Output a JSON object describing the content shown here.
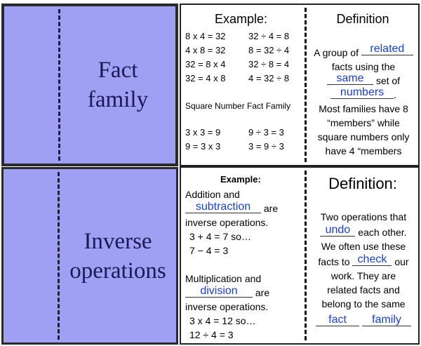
{
  "fact_family": {
    "term_line1": "Fact",
    "term_line2": "family",
    "example_heading": "Example:",
    "examples_left": [
      "8 x 4 = 32",
      "4 x 8 = 32",
      "32 = 8 x 4",
      "32 = 4 x 8"
    ],
    "examples_right": [
      "32 ÷ 4 = 8",
      "8 = 32 ÷ 4",
      "32 ÷ 8 = 4",
      "4 = 32 ÷ 8"
    ],
    "square_heading": "Square Number Fact Family",
    "square_left": [
      "3 x 3 = 9",
      "9 = 3 x 3"
    ],
    "square_right": [
      "9 ÷ 3 = 3",
      "3 = 9 ÷ 3"
    ],
    "definition_heading": "Definition",
    "def_line1_pre": "A group of",
    "def_blank1": "related",
    "def_line2": "facts using the",
    "def_blank2": "same",
    "def_line3_post": "set of",
    "def_blank3": "numbers",
    "def_line4_post": ".",
    "def_rest": [
      "Most families have 8",
      "“members” while",
      "square numbers only",
      "have 4 “members"
    ]
  },
  "inverse": {
    "term_line1": "Inverse",
    "term_line2": "operations",
    "example_heading": "Example:",
    "ex_line1": "Addition and",
    "ex_blank1": "subtraction",
    "ex_line2_post": "are",
    "ex_line3": "inverse operations.",
    "ex_line4": "3 + 4 = 7 so…",
    "ex_line5": "7 − 4 = 3",
    "ex_line6": "Multiplication and",
    "ex_blank2": "division",
    "ex_line7_post": "are",
    "ex_line8": "inverse operations.",
    "ex_line9": "3 x 4 = 12 so…",
    "ex_line10": "12  ÷ 4 = 3",
    "definition_heading": "Definition:",
    "def_line1": "Two operations that",
    "def_blank1": "undo",
    "def_line2_post": "each other.",
    "def_line3": "We often use these",
    "def_line4_pre": "facts to",
    "def_blank2": "check",
    "def_line4_post": "our",
    "def_rest": [
      "work. They are",
      "related facts and",
      "belong to the same"
    ],
    "def_blank3": "fact",
    "def_blank4": "family"
  },
  "colors": {
    "term_panel": "#9f9ff4",
    "handwriting": "#1a3fd6"
  }
}
